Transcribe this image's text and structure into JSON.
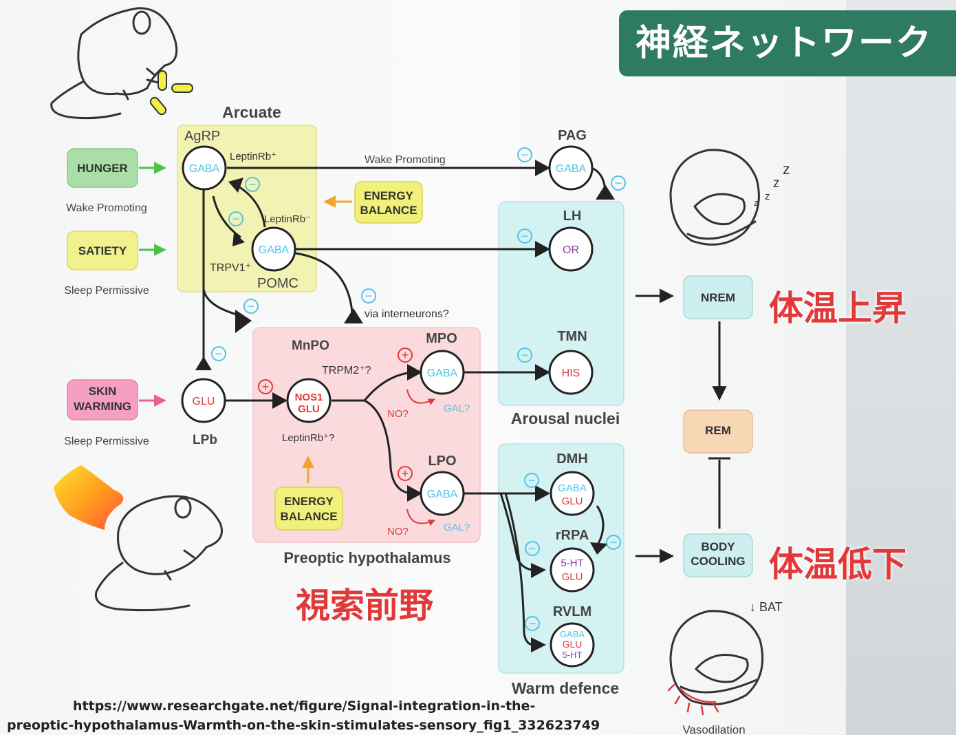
{
  "banner": {
    "title": "神経ネットワーク"
  },
  "labels": {
    "temp_up": "体温上昇",
    "temp_down": "体温低下",
    "preoptic_jp": "視索前野"
  },
  "citation": {
    "line1": "https://www.researchgate.net/figure/Signal-integration-in-the-",
    "line2": "preoptic-hypothalamus-Warmth-on-the-skin-stimulates-sensory_fig1_332623749"
  },
  "inputs": {
    "hunger": {
      "label": "HUNGER",
      "caption": "Wake Promoting"
    },
    "satiety": {
      "label": "SATIETY",
      "caption": "Sleep Permissive"
    },
    "skin_warming": {
      "label1": "SKIN",
      "label2": "WARMING",
      "caption": "Sleep Permissive"
    }
  },
  "arcuate": {
    "title": "Arcuate",
    "agrp": "AgRP",
    "pomc": "POMC",
    "leptin_agrp": "LeptinRb⁺",
    "leptin_pomc": "LeptinRb⁻",
    "trpv1": "TRPV1⁺",
    "gaba": "GABA"
  },
  "energy_balance": {
    "line1": "ENERGY",
    "line2": "BALANCE"
  },
  "edges": {
    "wake_promoting": "Wake Promoting",
    "via_interneurons": "via interneurons?"
  },
  "lpb": {
    "node": "GLU",
    "label": "LPb"
  },
  "preoptic": {
    "title": "Preoptic hypothalamus",
    "mnpo": "MnPO",
    "trpm2": "TRPM2⁺?",
    "nos1": "NOS1",
    "glu": "GLU",
    "leptin": "LeptinRb⁺?",
    "mpo": "MPO",
    "lpo": "LPO",
    "gaba": "GABA",
    "no": "NO?",
    "gal": "GAL?"
  },
  "arousal": {
    "title": "Arousal nuclei",
    "pag": "PAG",
    "lh": "LH",
    "or": "OR",
    "tmn": "TMN",
    "his": "HIS",
    "gaba": "GABA"
  },
  "warm_defence": {
    "title": "Warm defence",
    "dmh": "DMH",
    "rrpa": "rRPA",
    "rvlm": "RVLM",
    "gaba": "GABA",
    "glu": "GLU",
    "ht": "5-HT"
  },
  "states": {
    "nrem": "NREM",
    "rem": "REM",
    "body_cooling1": "BODY",
    "body_cooling2": "COOLING",
    "bat": "↓ BAT",
    "vasodilation": "Vasodilation",
    "z": "z"
  },
  "signs": {
    "minus": "−",
    "plus": "+"
  },
  "colors": {
    "banner": "#2e7a63",
    "arcuate_fill": "#f2f2b3",
    "preoptic_fill": "#fadadd",
    "arousal_fill": "#d5f2f2",
    "hunger": "#a9dfa6",
    "satiety": "#f1f28e",
    "skin": "#f59fc2",
    "energy": "#f0f07a",
    "nrem": "#cdeff0",
    "rem": "#f7d7b4",
    "gaba_text": "#4fc3e8",
    "red": "#e0393a",
    "purple": "#8e3fa0"
  }
}
